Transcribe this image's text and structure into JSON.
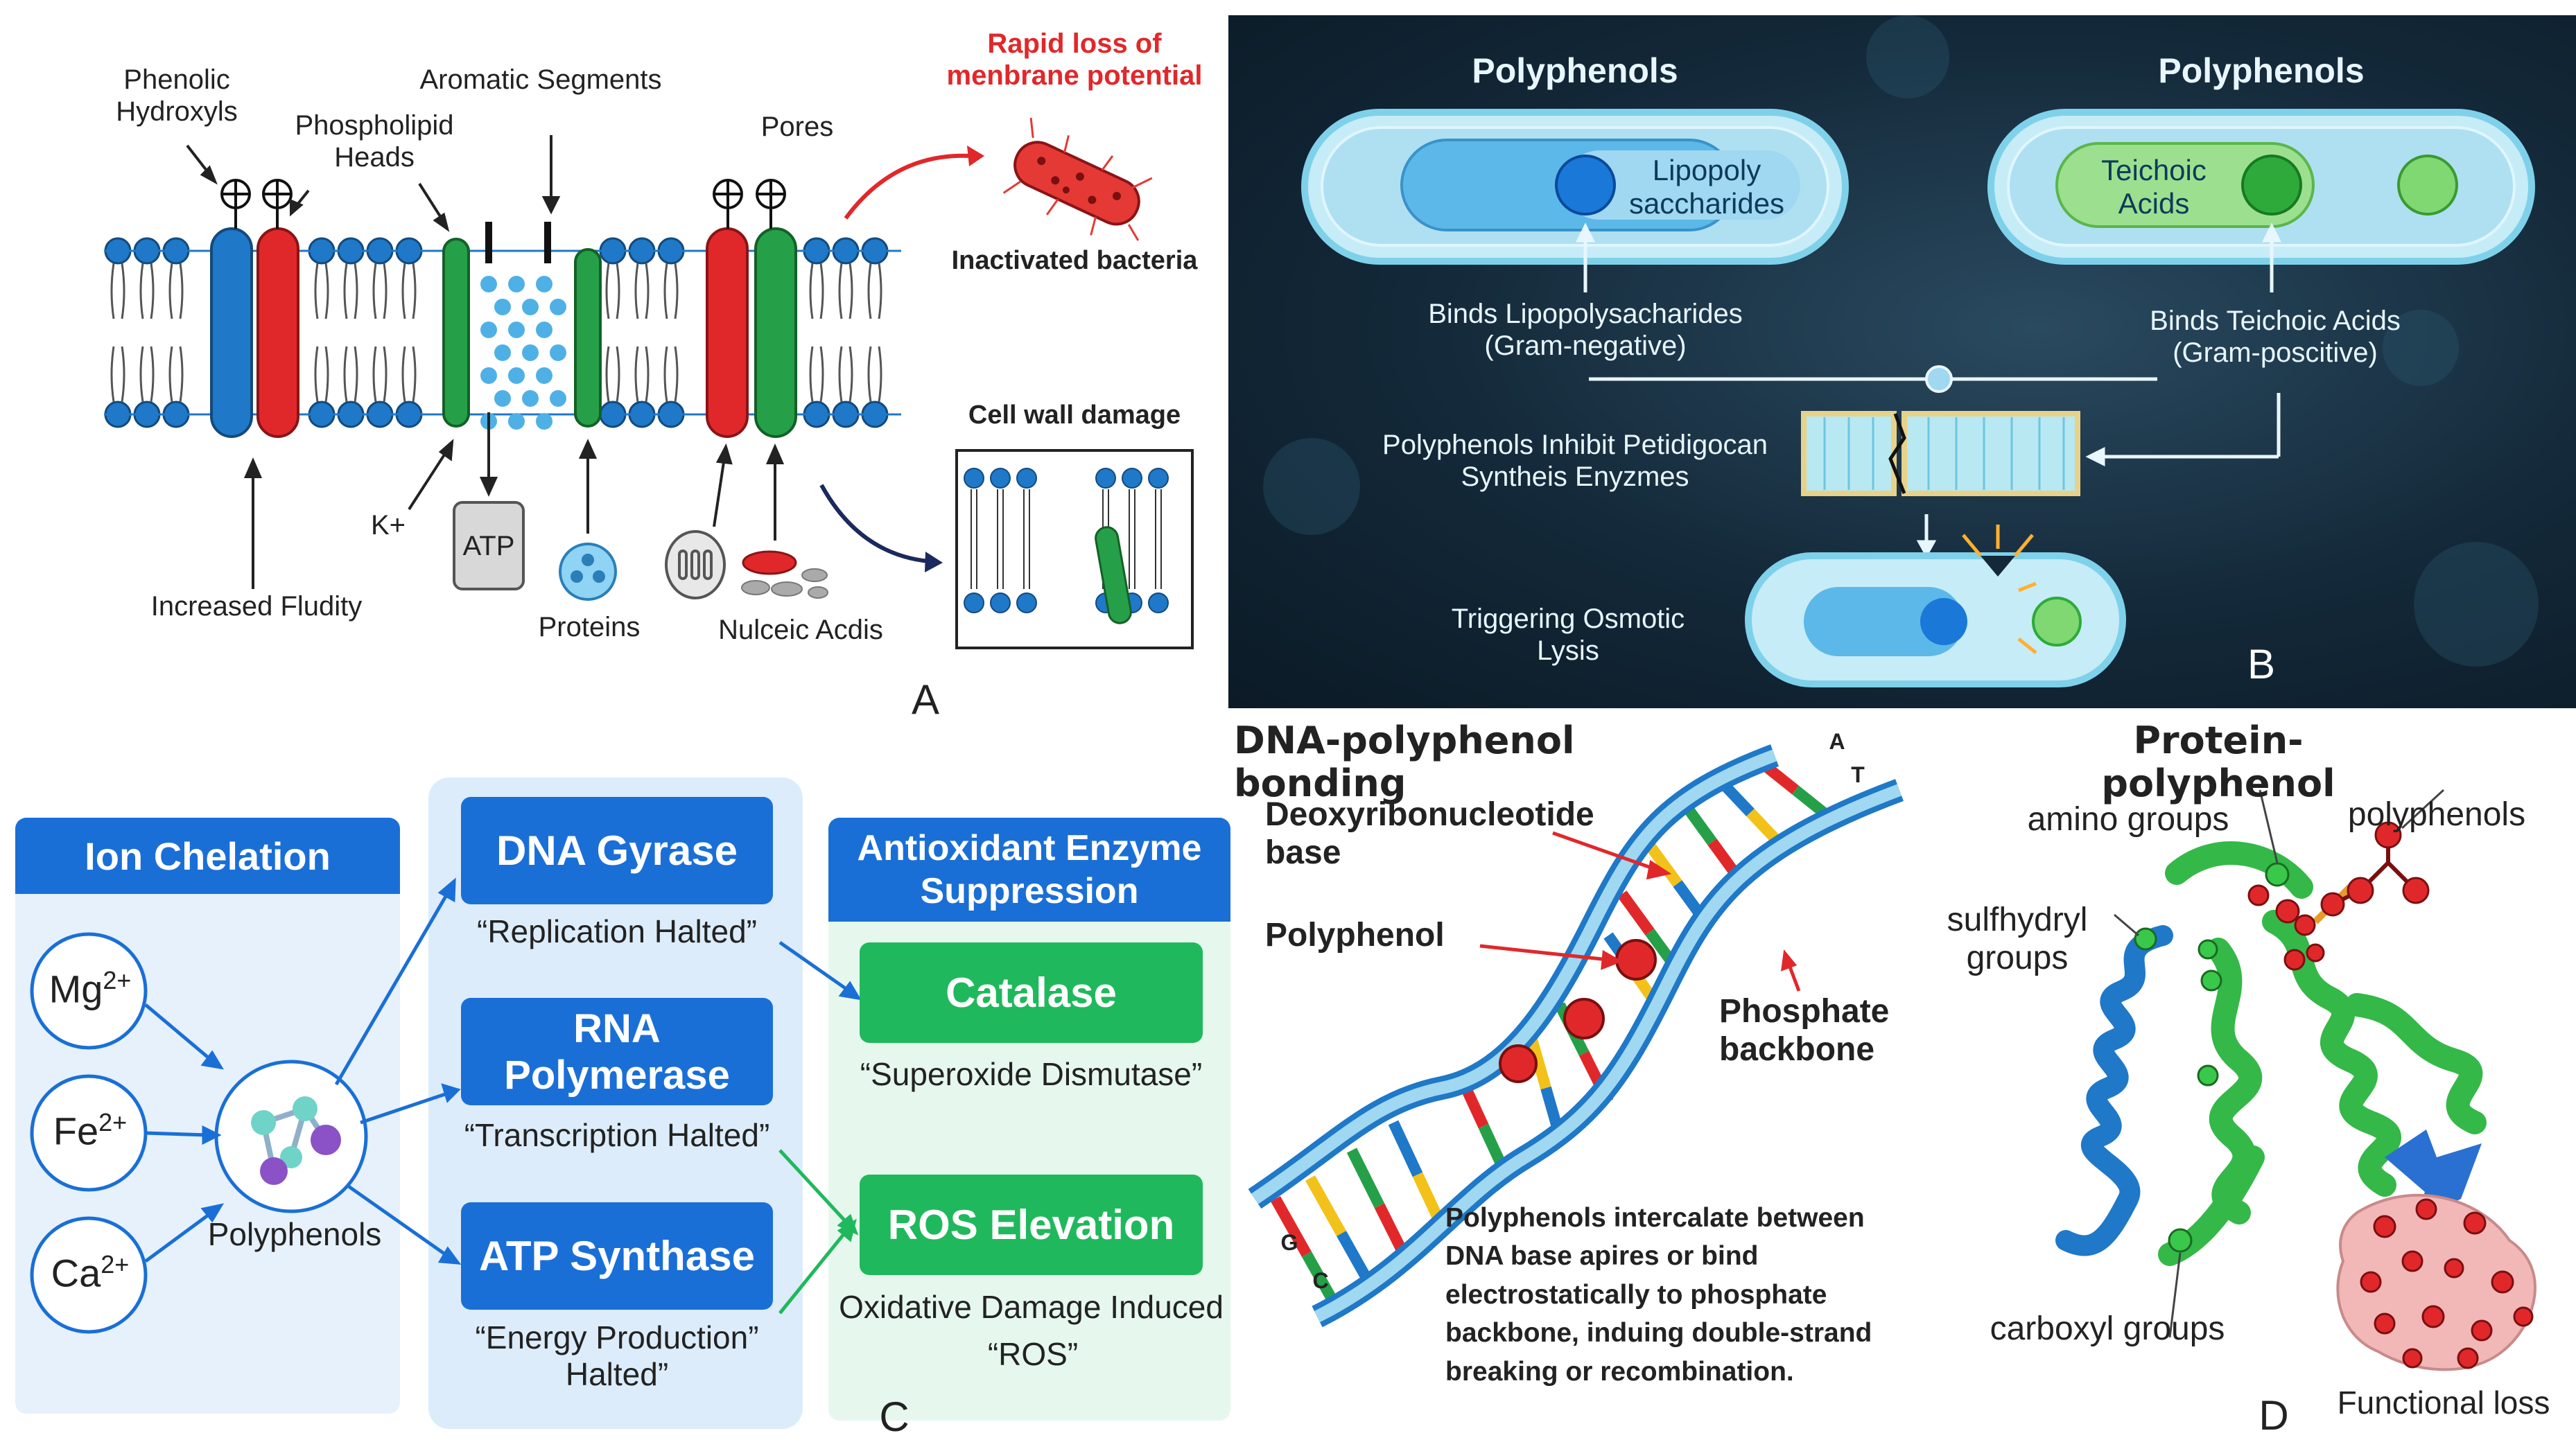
{
  "panelA": {
    "phenolic_hydroxyls": "Phenolic\nHydroxyls",
    "phospholipid_heads": "Phospholipid\nHeads",
    "aromatic_segments": "Aromatic Segments",
    "pores": "Pores",
    "rapid_loss": "Rapid loss of\nmenbrane potential",
    "inactivated_bacteria": "Inactivated bacteria",
    "cell_wall_damage": "Cell wall damage",
    "k_plus": "K+",
    "atp": "ATP",
    "proteins": "Proteins",
    "nucleic_acids": "Nulceic Acdis",
    "increased_fluidity": "Increased Fludity",
    "letter": "A"
  },
  "panelB": {
    "polyphenols_left": "Polyphenols",
    "polyphenols_right": "Polyphenols",
    "lipopolysaccharides": "Lipopoly\nsaccharides",
    "teichoic_acids": "Teichoic\nAcids",
    "binds_lps": "Binds Lipopolysacharides\n(Gram-negative)",
    "binds_teichoic": "Binds Teichoic Acids\n(Gram-poscitive)",
    "inhibit_enzymes": "Polyphenols Inhibit Petidigocan\nSyntheis Enyzmes",
    "osmotic_lysis": "Triggering Osmotic\nLysis",
    "letter": "B"
  },
  "panelC": {
    "ion_chelation": "Ion Chelation",
    "mg": "Mg",
    "mg_sup": "2+",
    "fe": "Fe",
    "fe_sup": "2+",
    "ca": "Ca",
    "ca_sup": "2+",
    "polyphenols": "Polyphenols",
    "dna_gyrase": "DNA Gyrase",
    "replication_halted": "“Replication Halted”",
    "rna_polymerase": "RNA Polymerase",
    "transcription_halted": "“Transcription Halted”",
    "atp_synthase": "ATP Synthase",
    "energy_halted": "“Energy Production”\nHalted”",
    "antioxidant_header": "Antioxidant Enzyme\nSuppression",
    "catalase": "Catalase",
    "superoxide": "“Superoxide Dismutase”",
    "ros_elevation": "ROS Elevation",
    "oxidative_damage": "Oxidative Damage Induced",
    "ros": "“ROS”",
    "letter": "C",
    "colors": {
      "blue": "#1a6fd6",
      "green": "#20b85c",
      "light_blue": "#dcecfa",
      "light_green": "#e6f8ee"
    }
  },
  "panelDNA": {
    "title": "DNA-polyphenol bonding",
    "deoxy_base": "Deoxyribonucleotide\nbase",
    "polyphenol": "Polyphenol",
    "phosphate_backbone": "Phosphate\nbackbone",
    "base_a": "A",
    "base_t": "T",
    "base_g": "G",
    "base_c": "C",
    "description": "Polyphenols intercalate between\nDNA base apires or bind\nelectrostatically to phosphate\nbackbone, induing double-strand\nbreaking or recombination."
  },
  "panelD": {
    "title": "Protein-polyphenol",
    "amino_groups": "amino groups",
    "polyphenols": "polyphenols",
    "sulfhydryl_groups": "sulfhydryl\ngroups",
    "carboxyl_groups": "carboxyl groups",
    "functional_loss": "Functional loss",
    "letter": "D"
  }
}
